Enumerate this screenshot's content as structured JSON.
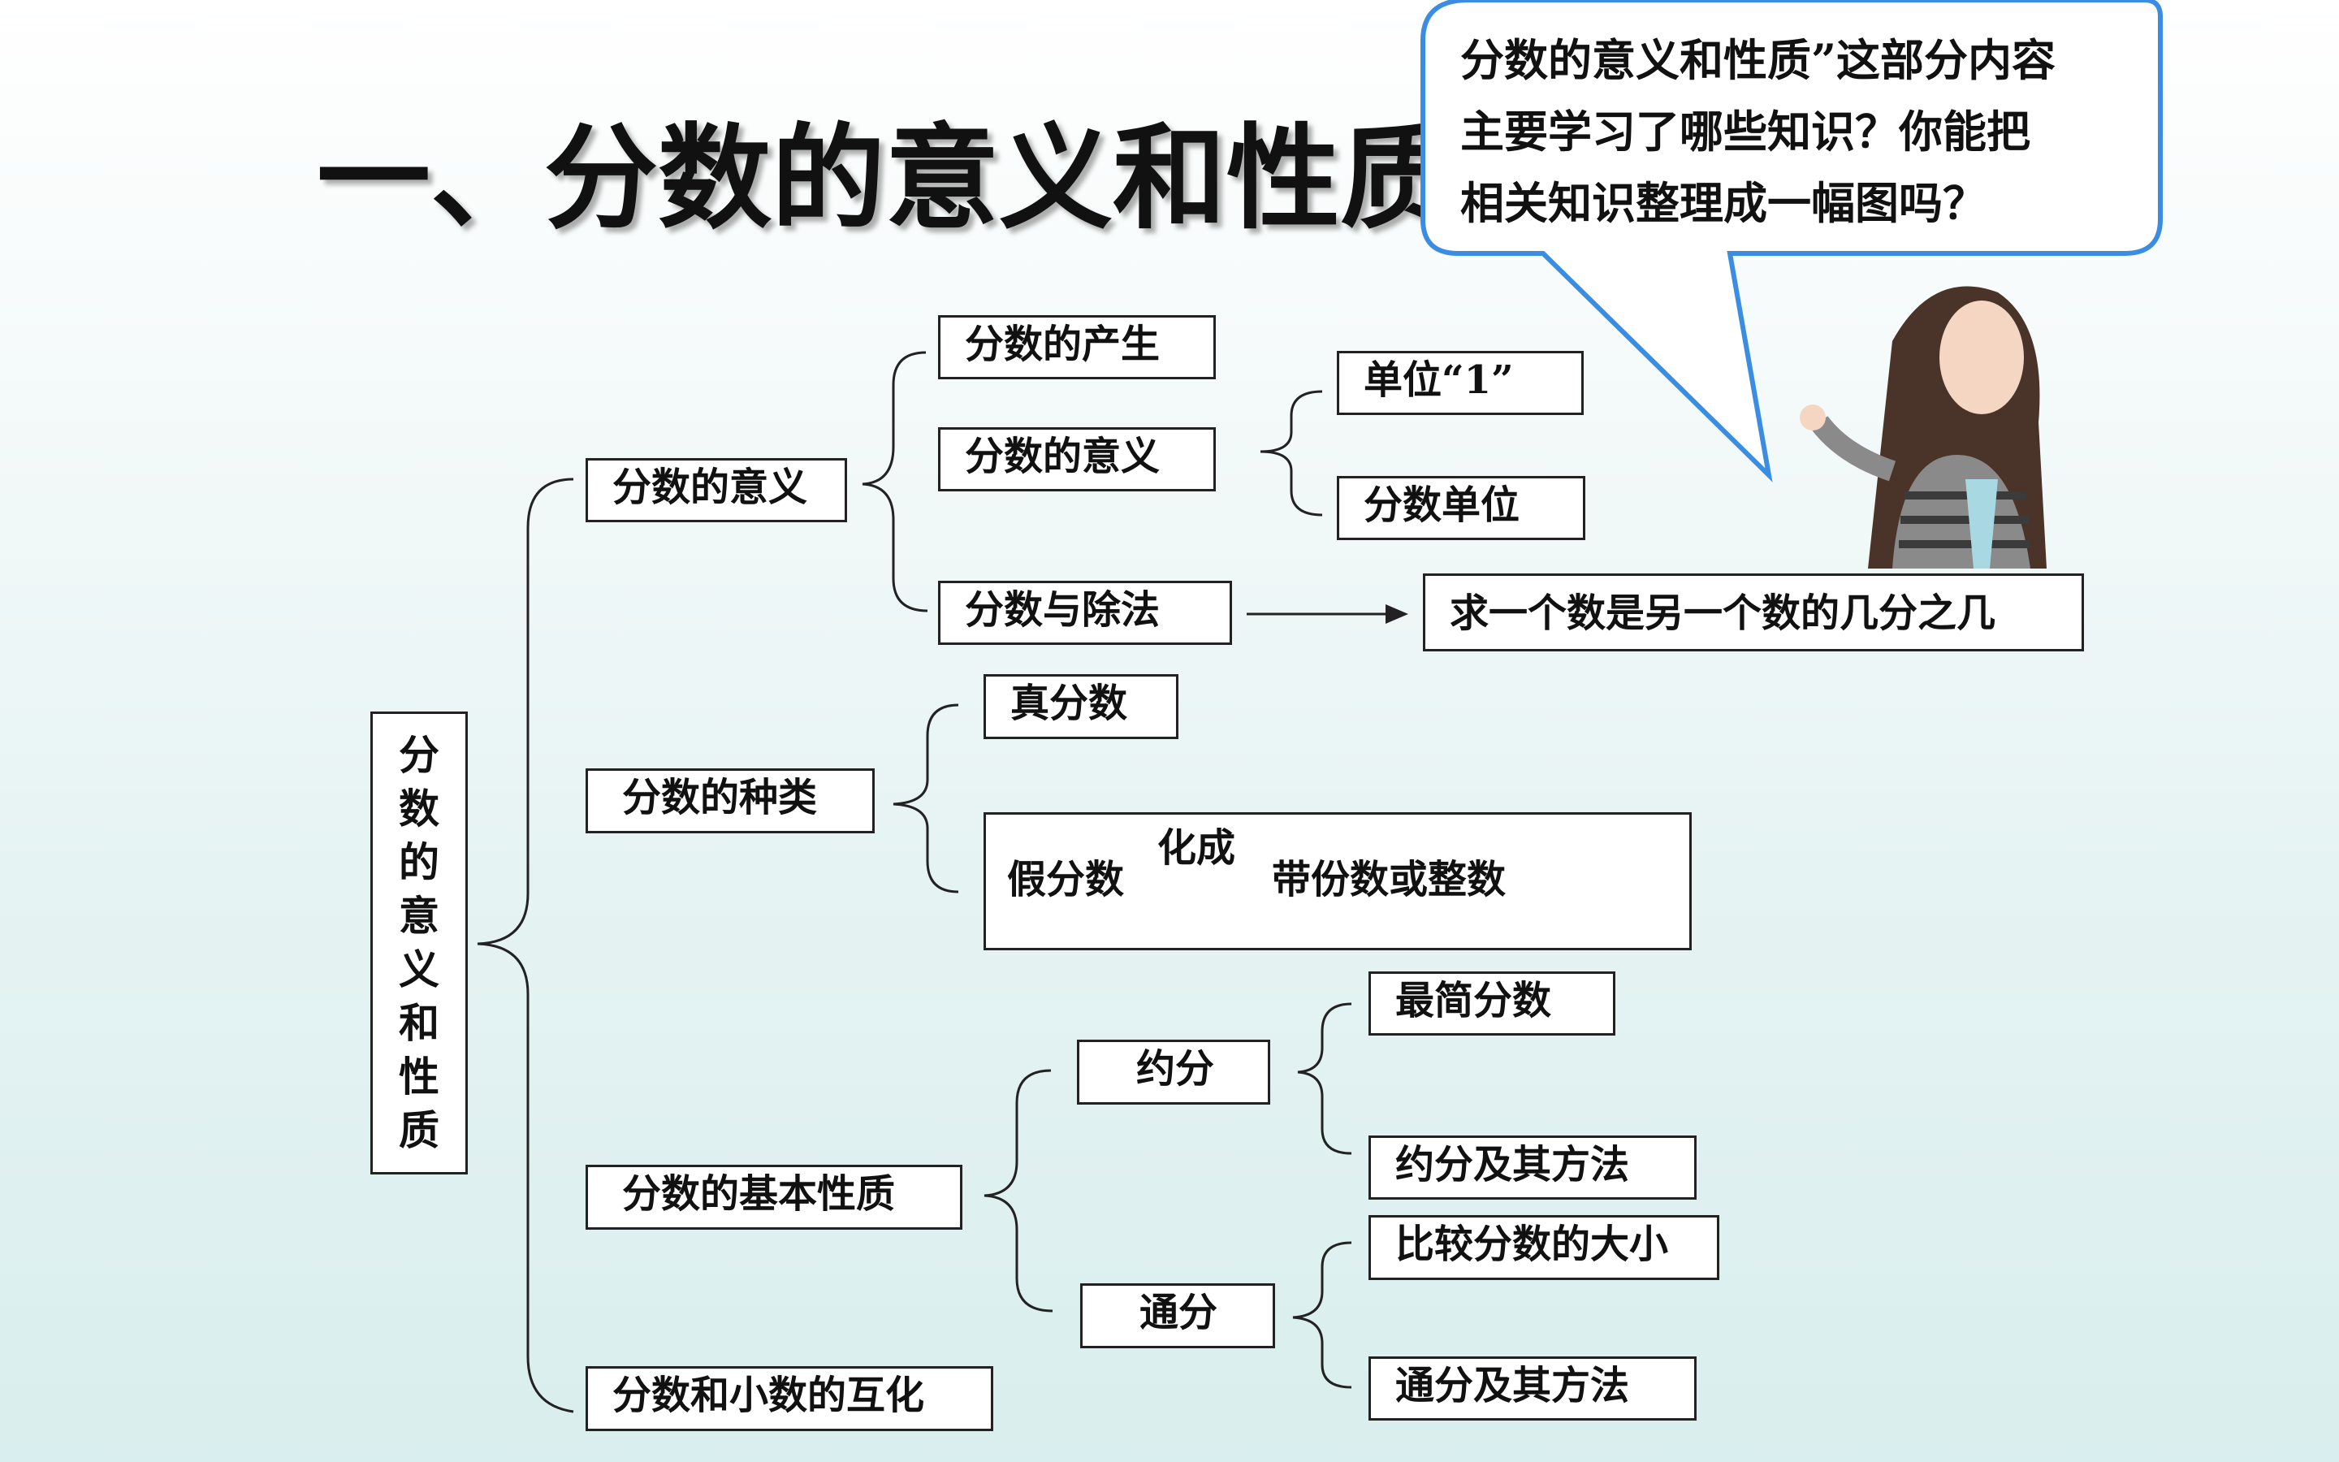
{
  "title": "一、分数的意义和性质",
  "root_label": "分数的意义和性质",
  "speech_bubble": {
    "lines": [
      "分数的意义和性质”这部分内容",
      "主要学习了哪些知识？你能把",
      "相关知识整理成一幅图吗？"
    ]
  },
  "nodes": {
    "meaning": "分数的意义",
    "origin": "分数的产生",
    "meaning_sub": "分数的意义",
    "unit_one": "单位“1”",
    "fraction_unit": "分数单位",
    "division": "分数与除法",
    "fraction_of": "求一个数是另一个数的几分之几",
    "types": "分数的种类",
    "proper": "真分数",
    "improper": "假分数",
    "convert_label": "化成",
    "mixed": "带份数或整数",
    "basic_property": "分数的基本性质",
    "reduce": "约分",
    "simplest": "最简分数",
    "reduce_method": "约分及其方法",
    "common_denominator": "通分",
    "compare": "比较分数的大小",
    "common_method": "通分及其方法",
    "decimal_conversion": "分数和小数的互化"
  },
  "colors": {
    "bubble_border": "#3a8de0",
    "line": "#222222"
  }
}
